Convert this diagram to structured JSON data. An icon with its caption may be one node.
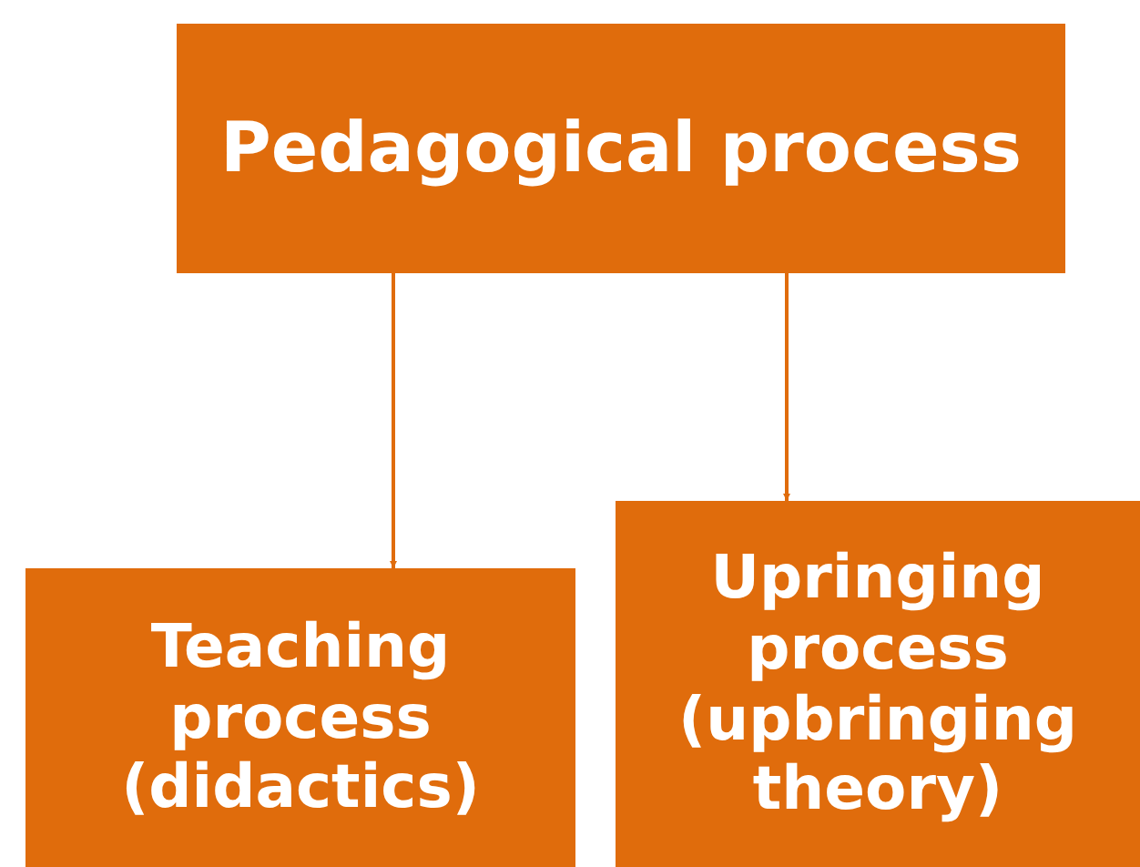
{
  "diagram": {
    "nodes": [
      {
        "text": [
          "Pedagogical process"
        ]
      },
      {
        "text": [
          "Teaching process (didactics)"
        ]
      },
      {
        "text": [
          "Upringing process (upbringing theory)"
        ]
      }
    ],
    "edges": [
      {
        "from": 0,
        "to": 1,
        "arrow": "to"
      },
      {
        "from": 0,
        "to": 2,
        "arrow": "to"
      }
    ]
  }
}
